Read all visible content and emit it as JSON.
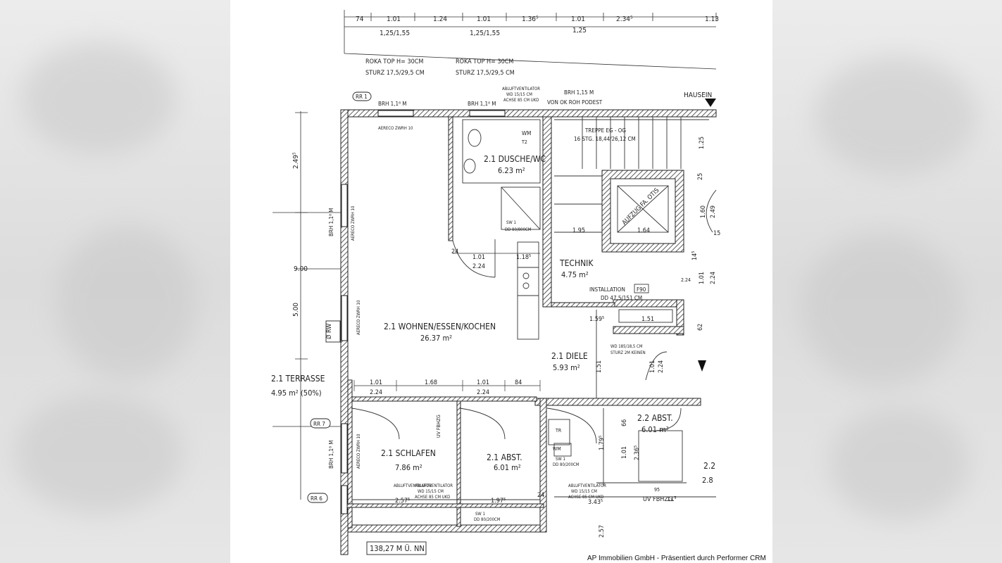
{
  "credit": "AP Immobilien GmbH - Präsentiert durch Performer CRM",
  "dimensions_top": {
    "row1": [
      "74",
      "1.01",
      "1.24",
      "1.01",
      "1.36⁵",
      "1.01",
      "2.34⁵",
      "1.13"
    ],
    "row2": [
      "1,25/1,55",
      "1,25/1,55",
      "1,25"
    ]
  },
  "window_notes": {
    "left_1": "ROKA TOP H= 30CM",
    "left_2": "STURZ 17,5/29,5 CM",
    "right_1": "ROKA TOP H= 30CM",
    "right_2": "STURZ 17,5/29,5 CM"
  },
  "labels": {
    "rr1": "RR 1",
    "rr7": "RR 7",
    "rr6": "RR 6",
    "brh_1": "BRH 1,1⁸ M",
    "brh_2": "BRH 1,1⁸ M",
    "brh_3": "BRH 1,15 M",
    "von_ok": "VON OK ROH PODEST",
    "hausein": "HAUSEIN",
    "lueft_1": "ABLUFTVENTILATOR",
    "lueft_2": "WD 15/15 CM",
    "lueft_3": "ACHSE 85 CM UKD",
    "aereco_top": "AERECO ZWRH 10",
    "wm_top": "WM",
    "t2": "T2",
    "treppe_1": "TREPPE EG - OG",
    "treppe_2": "16 STG. 18,44/26,12 CM",
    "aufzug": "AUFZUG FA. OTIS",
    "brh_left": "BRH 1,1⁸ M",
    "aereco_left": "AERECO ZWRH 10",
    "rw": "Ø RW",
    "aereco_mid": "AERECO ZWRH 10",
    "uv_fbhzg_1": "UV FBHZG",
    "brh_left2": "BRH 1,1⁸ M",
    "aereco_bottom": "AERECO ZWRH 10",
    "abluft_left": "ABLUFTVENTILATOR",
    "installation": "INSTALLATION",
    "f90": "F90",
    "dd_install": "DD 47,5/151 CM",
    "wd_1": "WD 185/18,5 CM",
    "wd_2": "STURZ 2M KEINEN",
    "tr": "TR",
    "wm_bottom": "WM",
    "uv_fbhzg_2": "UV FBHZG.",
    "abluft_bottom_1": "ABLUFTVENTILATOR",
    "abluft_bottom_2": "WD 15/15 CM",
    "abluft_bottom_3": "ACHSE 85 CM UKD",
    "abluft_mid_1": "ABLUFTVENTILATOR",
    "abluft_mid_2": "WD 15/15 CM",
    "abluft_mid_3": "ACHSE 85 CM UKD",
    "level": "138,27 M Ü. NN",
    "dd_1": "DD 80/800CM",
    "dd_2": "DD 80/200CM",
    "dd_3": "DD 80/200CM",
    "sw1": "SW 1",
    "sw2": "SW 1",
    "sw3": "SW 1"
  },
  "rooms": {
    "dusche": {
      "name": "2.1 DUSCHE/WC",
      "area": "6.23 m²"
    },
    "technik": {
      "name": "TECHNIK",
      "area": "4.75 m²"
    },
    "wohnen": {
      "name": "2.1 WOHNEN/ESSEN/KOCHEN",
      "area": "26.37 m²"
    },
    "diele": {
      "name": "2.1 DIELE",
      "area": "5.93 m²"
    },
    "terrasse": {
      "name": "2.1 TERRASSE",
      "area": "4.95 m² (50%)"
    },
    "schlafen": {
      "name": "2.1 SCHLAFEN",
      "area": "7.86 m²"
    },
    "abst21": {
      "name": "2.1 ABST.",
      "area": "6.01 m²"
    },
    "abst22": {
      "name": "2.2 ABST.",
      "area": "6.01 m²"
    },
    "room22": {
      "name": "2.2",
      "area": "2.8"
    }
  },
  "dimensions_inner": {
    "d249": "2.49⁵",
    "d900": "9.00",
    "d500": "5.00",
    "d24a": "24",
    "d101a": "1.01",
    "d224a": "2.24",
    "d118": "1.18⁵",
    "d195": "1.95",
    "d164": "1.64",
    "d25": "25",
    "d160": "1.60",
    "d249b": "2.49",
    "d125": "1.25",
    "d159": "1.59⁵",
    "d151": "1.51",
    "d151b": "1.51",
    "d101b": "1.01",
    "d224b": "2.24",
    "d101c": "1.01",
    "d168": "1.68",
    "d101d": "1.01",
    "d84": "84",
    "d224c": "2.24",
    "d224d": "2.24",
    "d257a": "2.57⁵",
    "d197": "1.97⁵",
    "d24b": "24",
    "d343": "3.43⁵",
    "d179": "1.79⁵",
    "d66": "66",
    "d101e": "1.01",
    "d236": "2.36⁵",
    "d257b": "2.57",
    "d95": "95",
    "d115": "11⁵",
    "d62": "62",
    "d101f": "1.01",
    "d224e": "2.24",
    "d15": "15",
    "d14": "14⁵",
    "d224f": "2.24"
  }
}
